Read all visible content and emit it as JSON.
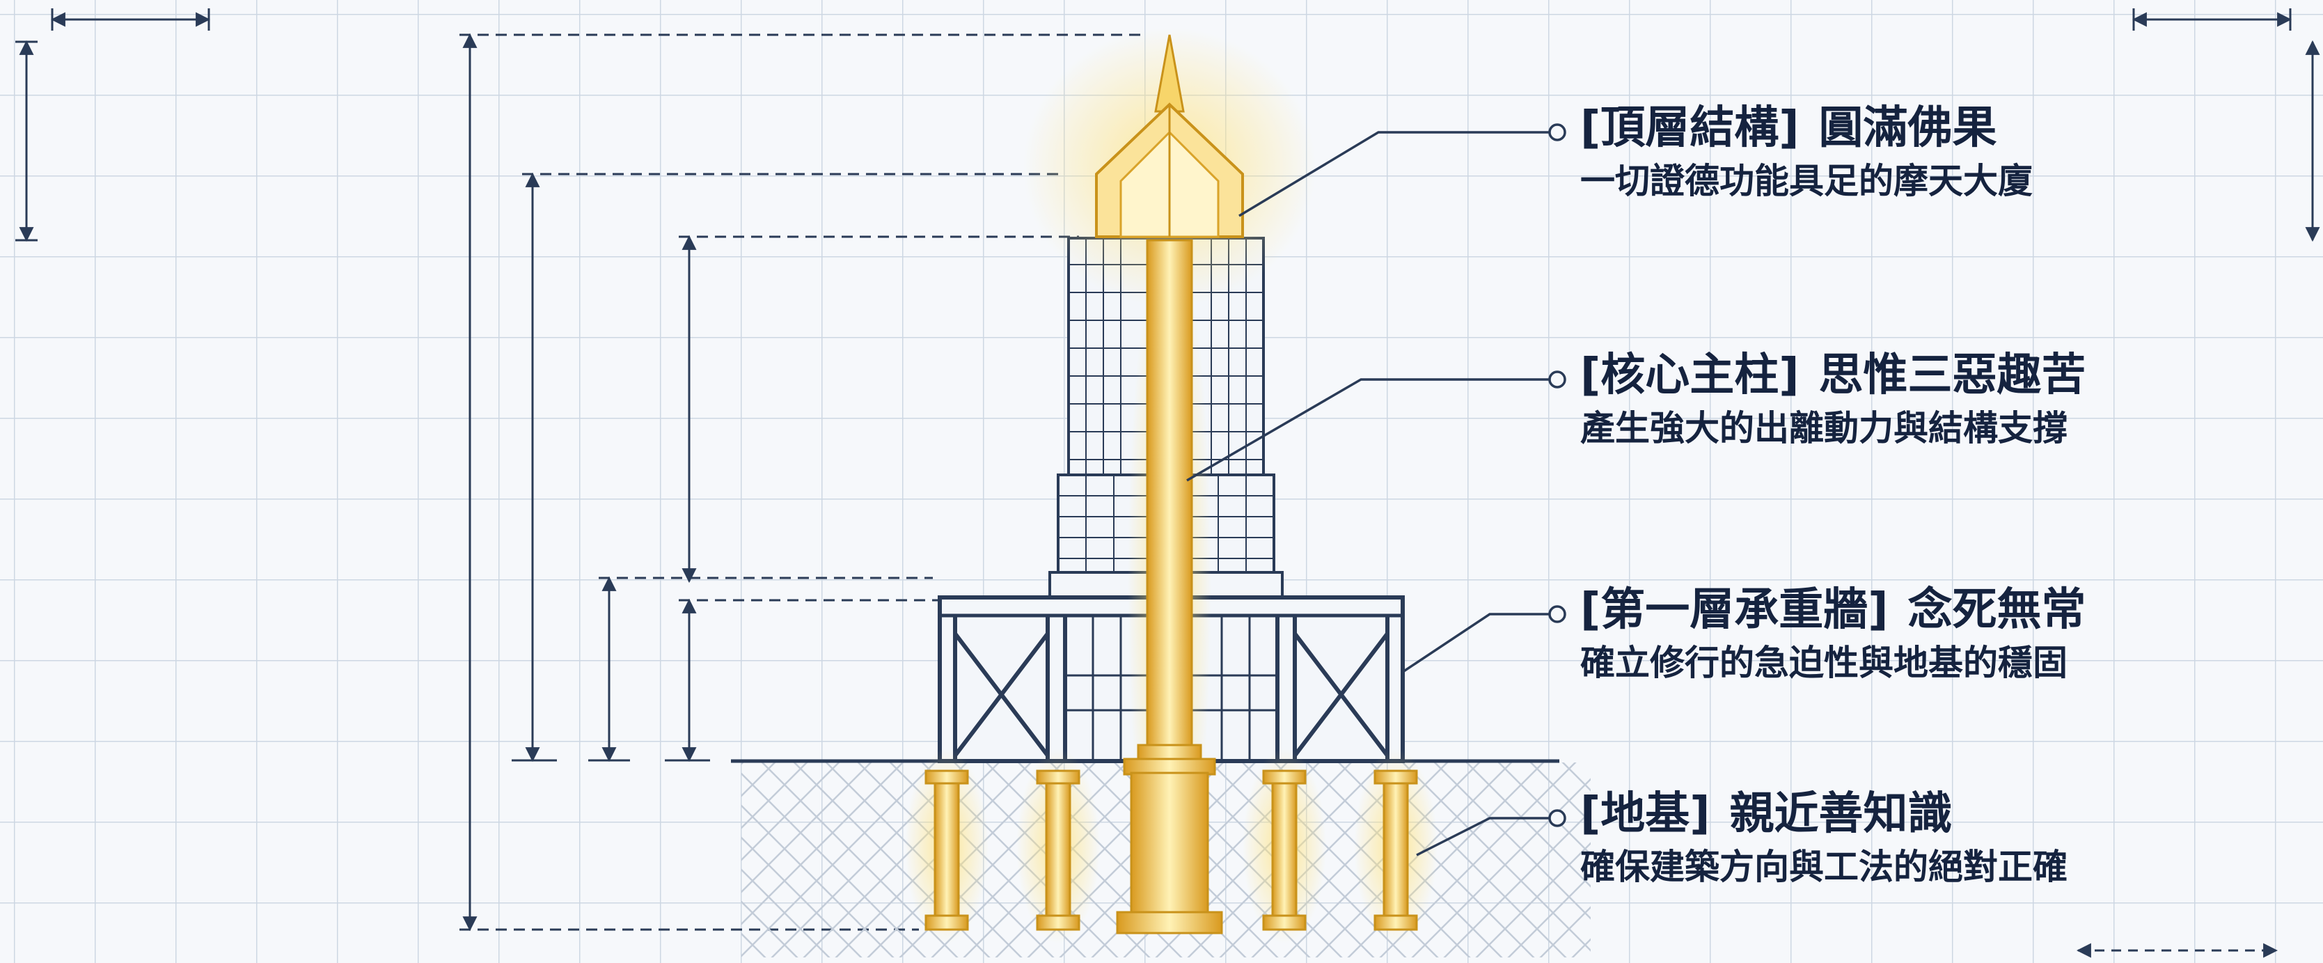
{
  "annotations": [
    {
      "tag": "[頂層結構]",
      "title": "圓滿佛果",
      "subtitle": "一切證德功能具足的摩天大廈"
    },
    {
      "tag": "[核心主柱]",
      "title": "思惟三惡趣苦",
      "subtitle": "產生強大的出離動力與結構支撐"
    },
    {
      "tag": "[第一層承重牆]",
      "title": "念死無常",
      "subtitle": "確立修行的急迫性與地基的穩固"
    },
    {
      "tag": "[地基]",
      "title": "親近善知識",
      "subtitle": "確保建築方向與工法的絕對正確"
    }
  ],
  "colors": {
    "grid": "#cdd7e3",
    "ink": "#2a3b57",
    "text": "#15233f",
    "gold": "#e8b43a",
    "gold_light": "#fff1b8"
  }
}
